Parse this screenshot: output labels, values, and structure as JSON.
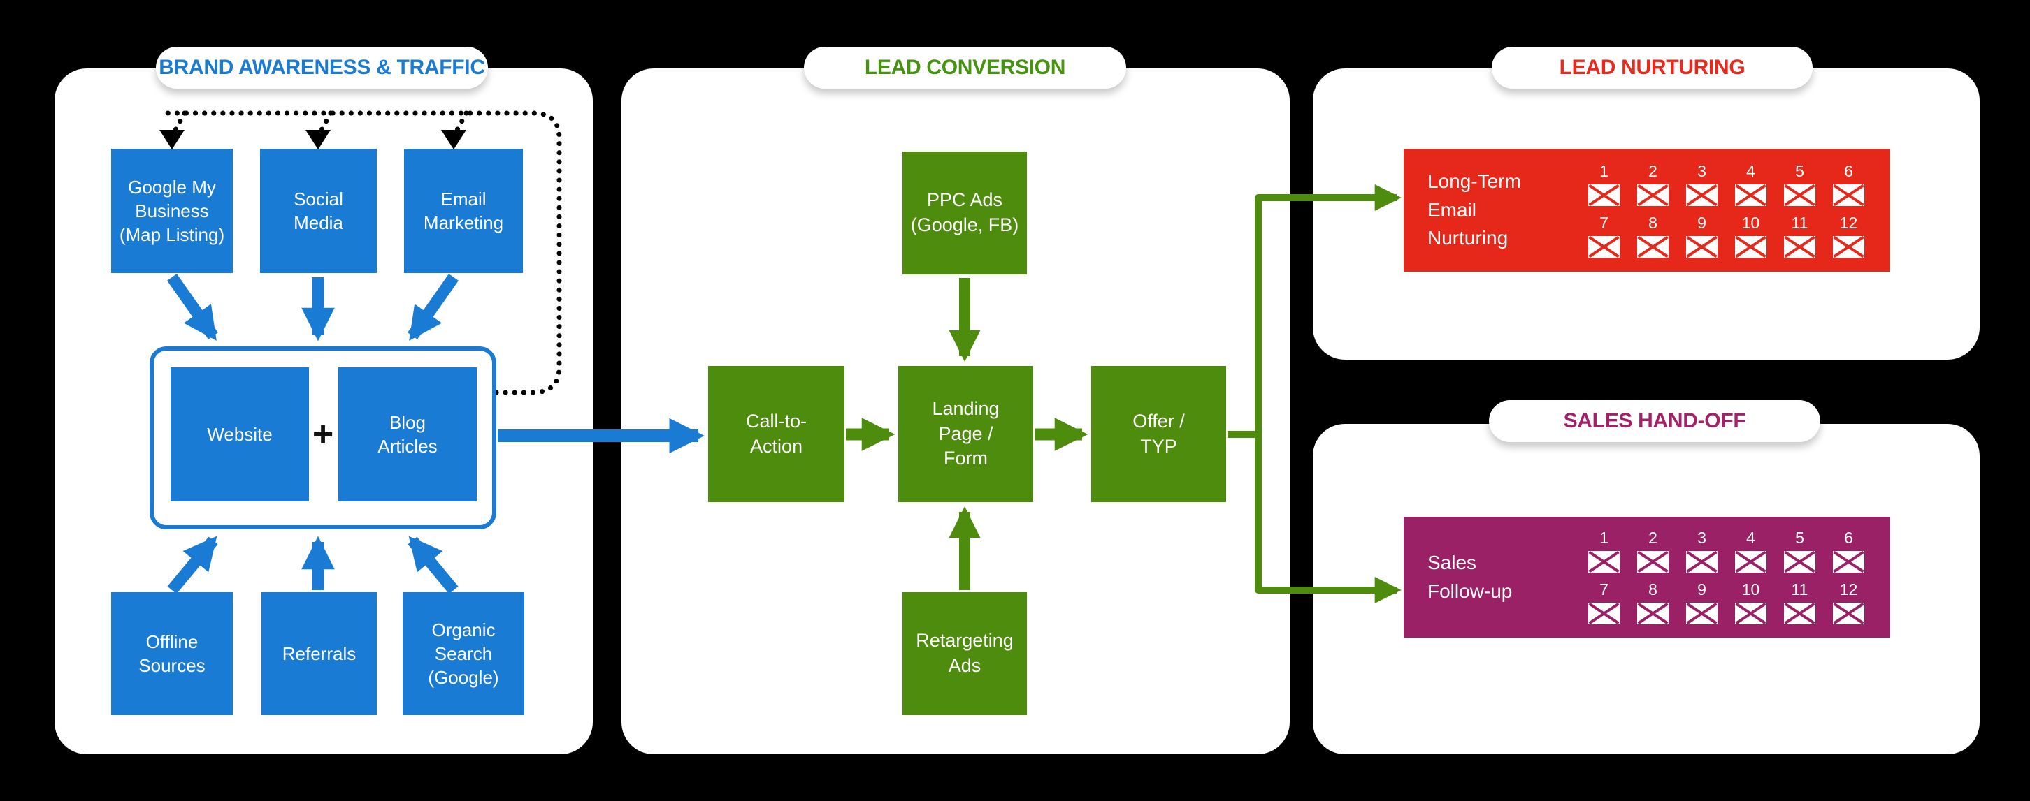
{
  "colors": {
    "background": "#000000",
    "panel": "#ffffff",
    "blue": "#1a7bd4",
    "green": "#4e8c0e",
    "red": "#e6281a",
    "magenta": "#9b2166",
    "badge_green": "#459310",
    "badge_red": "#e8291c",
    "badge_magenta": "#a42069",
    "dotted_line": "#000000"
  },
  "brand_awareness": {
    "badge": "BRAND AWARENESS & TRAFFIC",
    "top_sources": [
      {
        "label": "Google My\nBusiness\n(Map Listing)"
      },
      {
        "label": "Social\nMedia"
      },
      {
        "label": "Email\nMarketing"
      }
    ],
    "hub": {
      "website": "Website",
      "plus": "+",
      "blog": "Blog\nArticles"
    },
    "bottom_sources": [
      {
        "label": "Offline\nSources"
      },
      {
        "label": "Referrals"
      },
      {
        "label": "Organic\nSearch\n(Google)"
      }
    ]
  },
  "lead_conversion": {
    "badge": "LEAD CONVERSION",
    "ppc": "PPC Ads\n(Google, FB)",
    "cta": "Call-to-\nAction",
    "landing": "Landing\nPage /\nForm",
    "offer": "Offer /\nTYP",
    "retargeting": "Retargeting\nAds"
  },
  "lead_nurturing": {
    "badge": "LEAD NURTURING",
    "label": "Long-Term\nEmail\nNurturing",
    "email_row1": [
      "1",
      "2",
      "3",
      "4",
      "5",
      "6"
    ],
    "email_row2": [
      "7",
      "8",
      "9",
      "10",
      "11",
      "12"
    ]
  },
  "sales_handoff": {
    "badge": "SALES HAND-OFF",
    "label": "Sales\nFollow-up",
    "email_row1": [
      "1",
      "2",
      "3",
      "4",
      "5",
      "6"
    ],
    "email_row2": [
      "7",
      "8",
      "9",
      "10",
      "11",
      "12"
    ]
  }
}
